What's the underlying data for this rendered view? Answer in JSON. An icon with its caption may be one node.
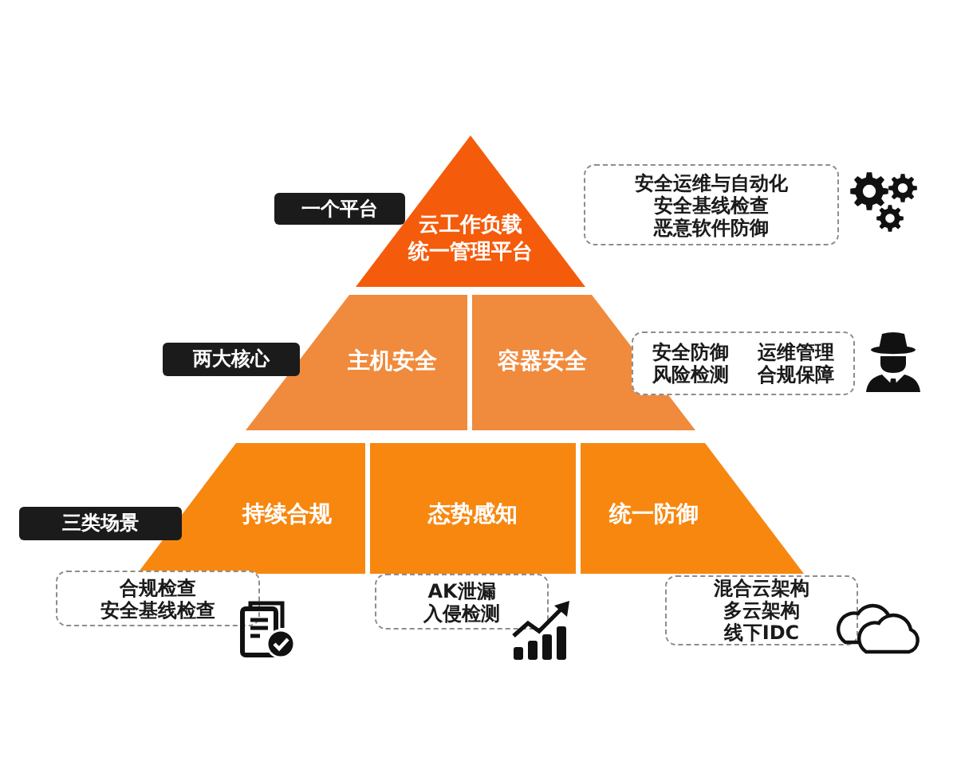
{
  "diagram": {
    "nodes": [
      {
        "text": [
          "一个平台"
        ]
      },
      {
        "text": [
          "云工作负载",
          "统一管理平台"
        ]
      },
      {
        "text": [
          "安全运维与自动化",
          "安全基线检查",
          "恶意软件防御"
        ]
      },
      {
        "text": [
          "两大核心"
        ]
      },
      {
        "text": [
          "主机安全"
        ]
      },
      {
        "text": [
          "容器安全"
        ]
      },
      {
        "text": [
          "安全防御",
          "运维管理",
          "风险检测",
          "合规保障"
        ]
      },
      {
        "text": [
          "三类场景"
        ]
      },
      {
        "text": [
          "持续合规"
        ]
      },
      {
        "text": [
          "态势感知"
        ]
      },
      {
        "text": [
          "统一防御"
        ]
      },
      {
        "text": [
          "合规检查",
          "安全基线检查"
        ]
      },
      {
        "text": [
          "AK泄漏",
          "入侵检测"
        ]
      },
      {
        "text": [
          "混合云架构",
          "多云架构",
          "线下IDC"
        ]
      }
    ]
  }
}
